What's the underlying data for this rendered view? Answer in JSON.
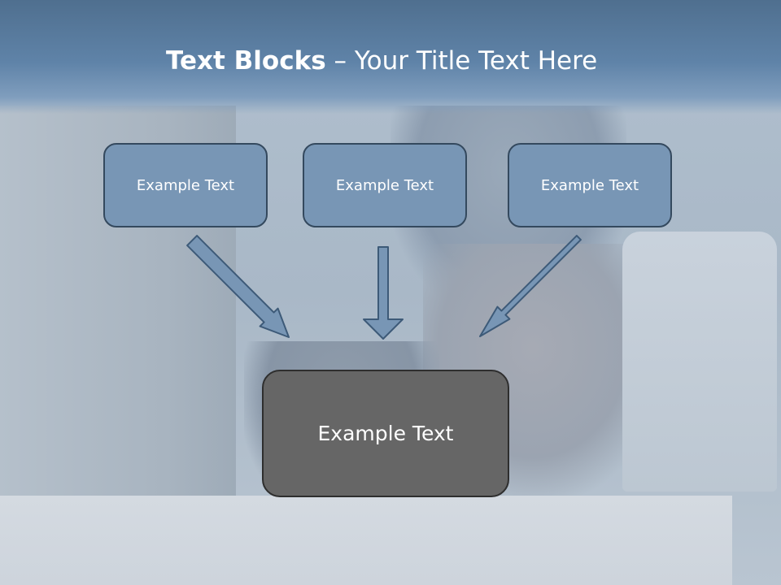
{
  "title": {
    "bold": "Text Blocks",
    "rest": " – Your Title Text Here"
  },
  "boxes": {
    "top": [
      "Example Text",
      "Example Text",
      "Example Text"
    ],
    "bottom": "Example Text"
  },
  "colors": {
    "box_fill": "#7896b5",
    "box_border": "#34495e",
    "bottom_fill": "#666666",
    "arrow_fill": "#7896b5",
    "arrow_stroke": "#3d5a78"
  }
}
